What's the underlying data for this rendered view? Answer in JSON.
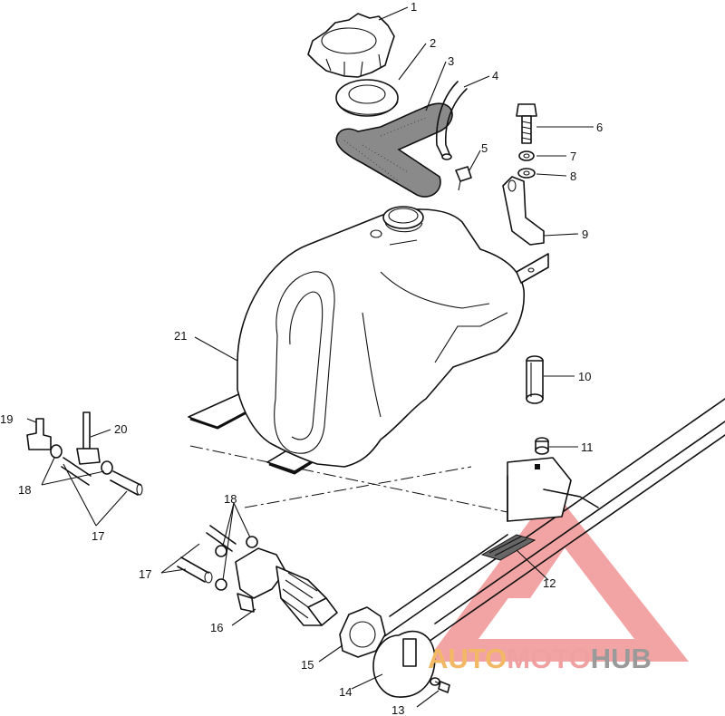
{
  "callouts": [
    {
      "id": "1",
      "label": "1"
    },
    {
      "id": "2",
      "label": "2"
    },
    {
      "id": "3",
      "label": "3"
    },
    {
      "id": "4",
      "label": "4"
    },
    {
      "id": "5",
      "label": "5"
    },
    {
      "id": "6",
      "label": "6"
    },
    {
      "id": "7",
      "label": "7"
    },
    {
      "id": "8",
      "label": "8"
    },
    {
      "id": "9",
      "label": "9"
    },
    {
      "id": "10",
      "label": "10"
    },
    {
      "id": "11",
      "label": "11"
    },
    {
      "id": "12",
      "label": "12"
    },
    {
      "id": "13",
      "label": "13"
    },
    {
      "id": "14",
      "label": "14"
    },
    {
      "id": "15",
      "label": "15"
    },
    {
      "id": "16",
      "label": "16"
    },
    {
      "id": "17a",
      "label": "17"
    },
    {
      "id": "17b",
      "label": "17"
    },
    {
      "id": "18a",
      "label": "18"
    },
    {
      "id": "18b",
      "label": "18"
    },
    {
      "id": "19",
      "label": "19"
    },
    {
      "id": "20",
      "label": "20"
    },
    {
      "id": "21",
      "label": "21"
    }
  ],
  "watermark": {
    "part1": "AUTO",
    "part2": "MOTO",
    "part3": "HUB",
    "colors": {
      "auto": "#f2b866",
      "moto": "#f0a0a0",
      "hub": "#9a9a9a",
      "triangle": "#e85a5a"
    }
  }
}
